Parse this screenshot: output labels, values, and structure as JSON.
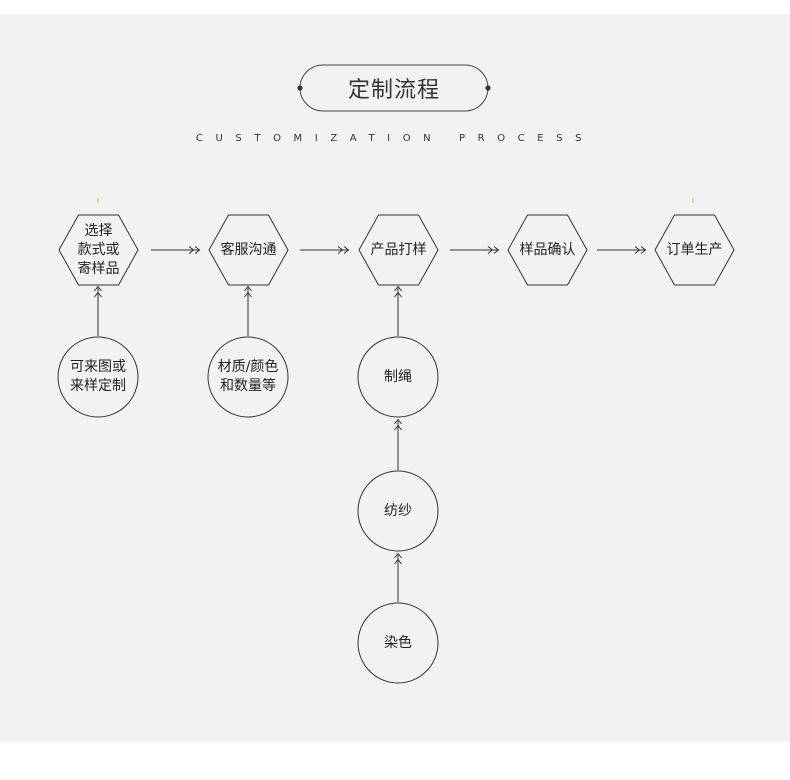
{
  "header": {
    "title": "定制流程",
    "subtitle": "CUSTOMIZATION PROCESS"
  },
  "steps": [
    {
      "label_lines": [
        "选择",
        "款式或",
        "寄样品"
      ]
    },
    {
      "label_lines": [
        "客服沟通"
      ]
    },
    {
      "label_lines": [
        "产品打样"
      ]
    },
    {
      "label_lines": [
        "样品确认"
      ]
    },
    {
      "label_lines": [
        "订单生产"
      ]
    }
  ],
  "inputs": [
    {
      "label_lines": [
        "可来图或",
        "来样定制"
      ]
    },
    {
      "label_lines": [
        "材质/颜色",
        "和数量等"
      ]
    },
    {
      "label_lines": [
        "制绳"
      ]
    },
    {
      "label_lines": [
        "纺纱"
      ]
    },
    {
      "label_lines": [
        "染色"
      ]
    }
  ],
  "colors": {
    "background": "#f2f2f2",
    "stroke": "#333333",
    "accent": "#e8b84a"
  }
}
